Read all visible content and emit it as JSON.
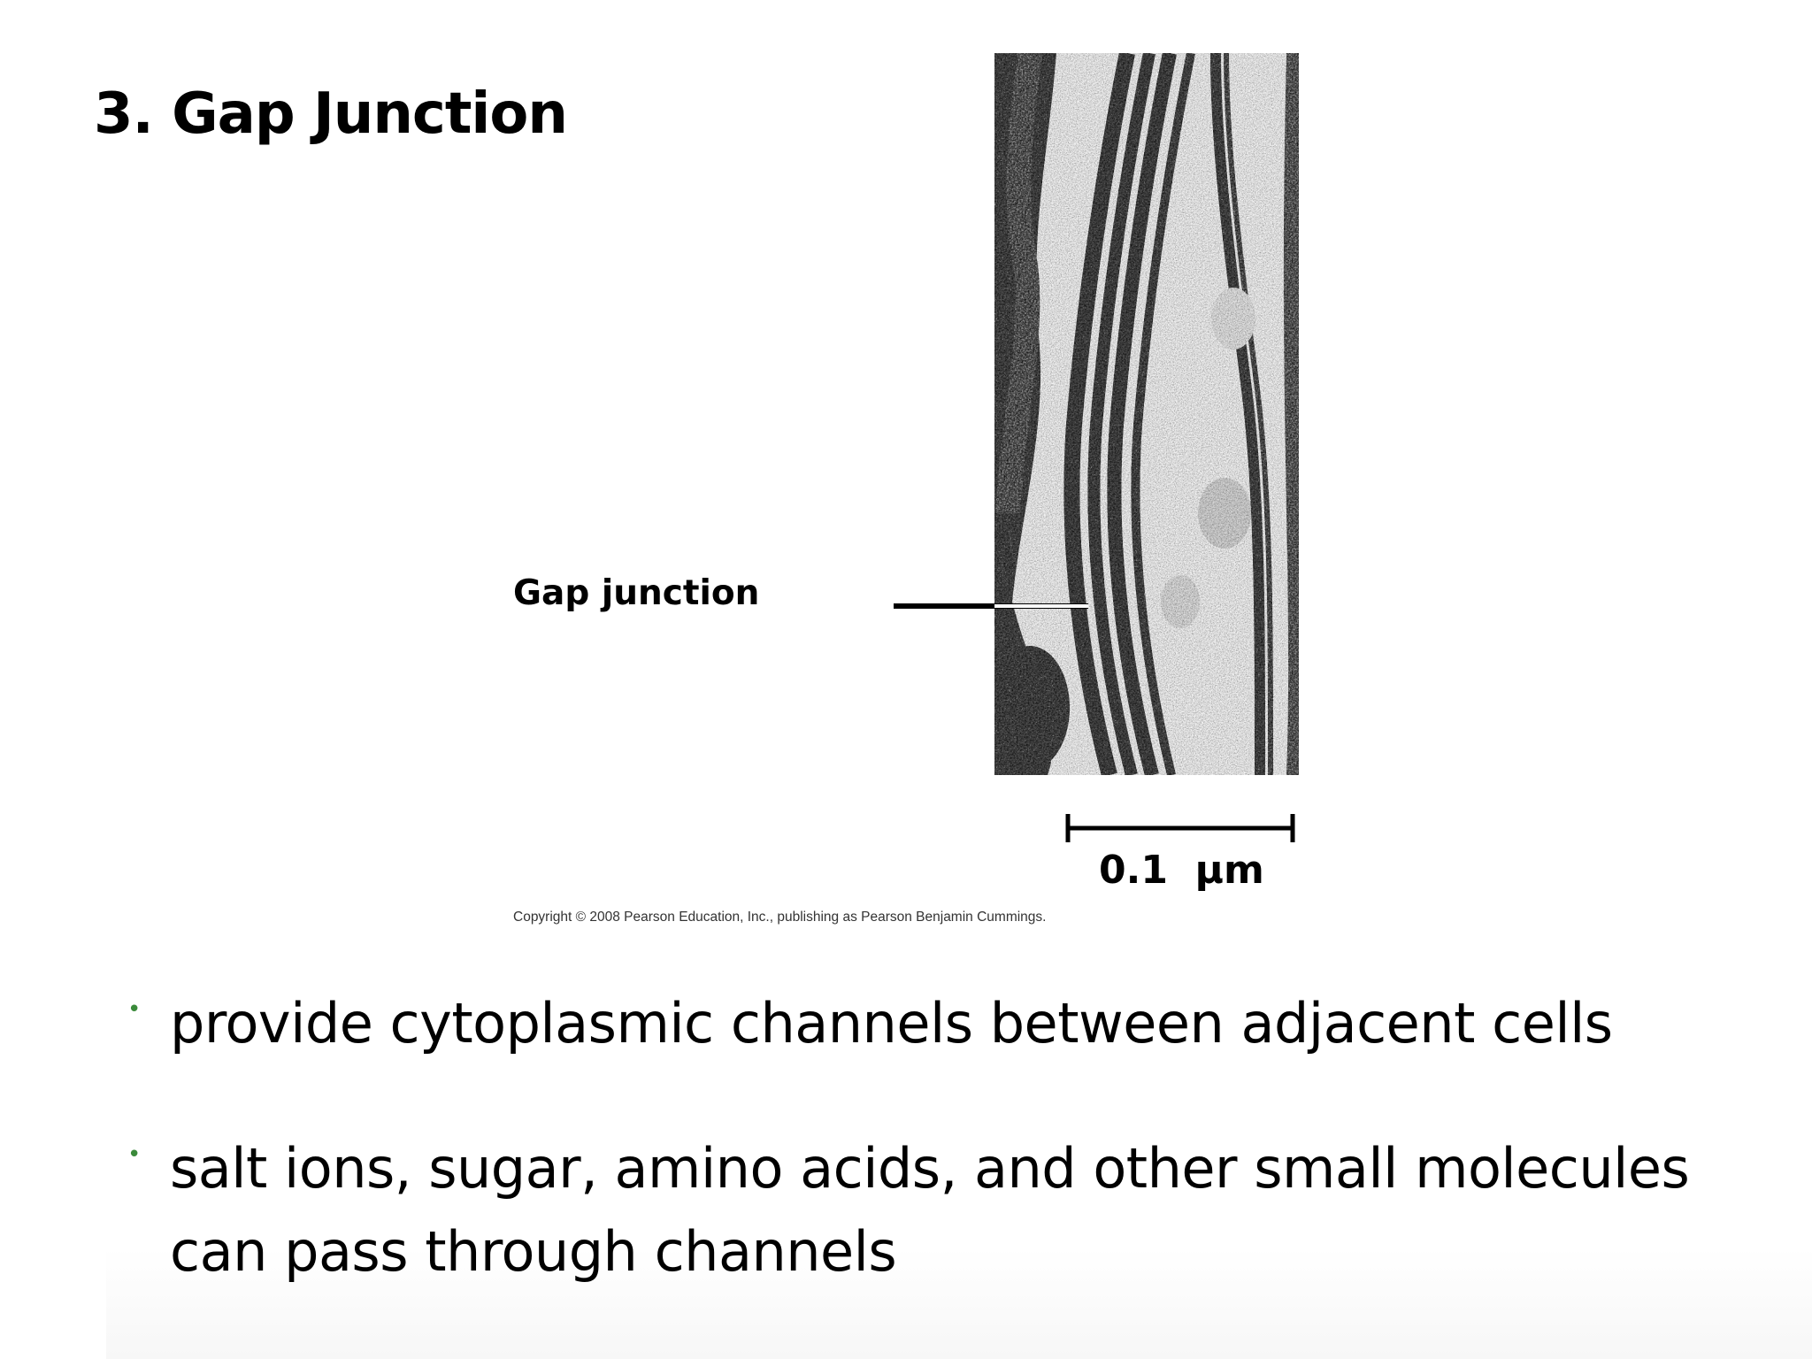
{
  "slide": {
    "title": "3. Gap Junction"
  },
  "figure": {
    "callout_label": "Gap junction",
    "scale_label": "0.1  µm",
    "copyright": "Copyright © 2008 Pearson Education, Inc., publishing as Pearson Benjamin Cummings."
  },
  "bullets": [
    {
      "text": "provide cytoplasmic channels between adjacent cells"
    },
    {
      "text": "salt ions, sugar, amino acids, and other small molecules can pass through channels"
    }
  ],
  "colors": {
    "background": "#ffffff",
    "text": "#000000",
    "bullet_marker": "#3a8a3a"
  }
}
